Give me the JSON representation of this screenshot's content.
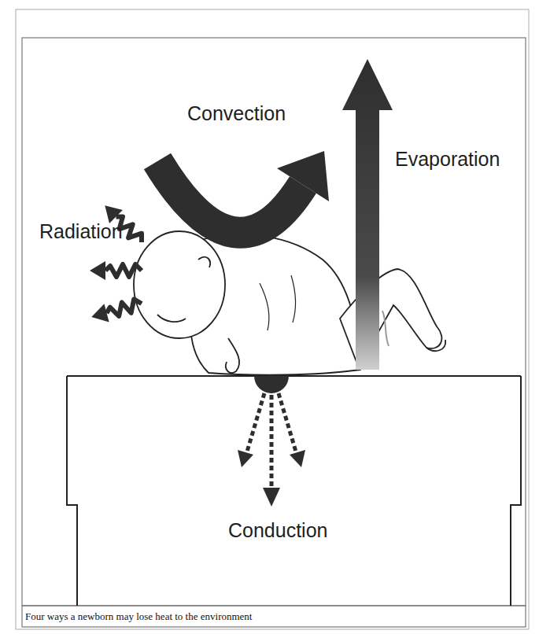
{
  "diagram": {
    "caption": "Four ways a newborn may lose heat to the environment",
    "labels": [
      "Convection",
      "Evaporation",
      "Radiation",
      "Conduction"
    ]
  }
}
